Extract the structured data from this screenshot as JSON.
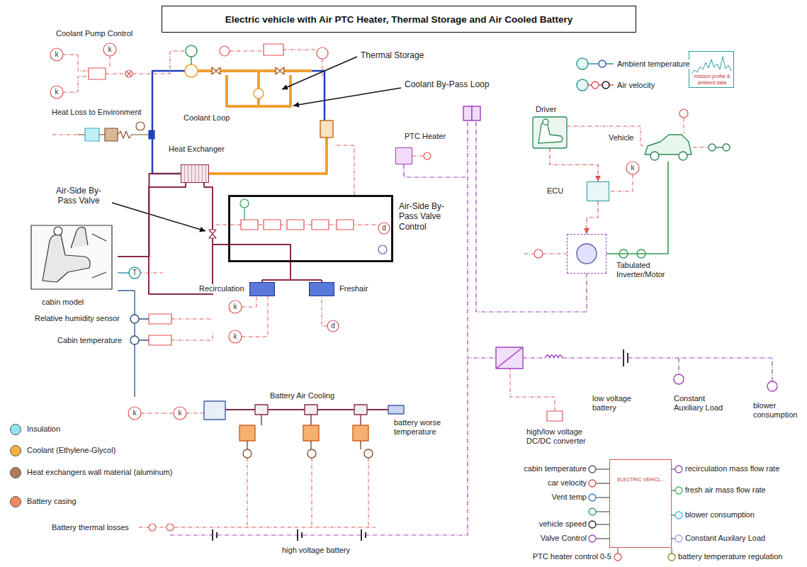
{
  "diagram": {
    "title": "Electric vehicle with Air PTC Heater, Thermal Storage and Air Cooled Battery",
    "nodes": [
      {
        "text": [
          "Air-Side By-Pass Valve Control"
        ]
      },
      {
        "text": [
          "ELECTRIC VEHICL..."
        ]
      },
      {
        "text": [
          "Driver"
        ]
      },
      {
        "text": [
          "Vehicle"
        ]
      },
      {
        "text": [
          "ECU"
        ]
      },
      {
        "text": [
          "PTC Heater"
        ]
      },
      {
        "text": [
          "Tabulated Inverter/Motor"
        ]
      },
      {
        "text": [
          "cabin model"
        ]
      },
      {
        "text": [
          "Recirculation"
        ]
      },
      {
        "text": [
          "Freshair"
        ]
      },
      {
        "text": [
          "Heat Exchanger"
        ]
      },
      {
        "text": [
          "mission profile & ambient data"
        ]
      }
    ],
    "edges": [
      {
        "from": 2,
        "to": 4,
        "arrow": "to"
      },
      {
        "from": 4,
        "to": 6,
        "arrow": "to"
      },
      {
        "from": 6,
        "to": 3,
        "arrow": "none"
      },
      {
        "from": 10,
        "to": 7,
        "arrow": "none"
      }
    ],
    "labels": [
      "Coolant Pump Control",
      "Thermal Storage",
      "Coolant By-Pass Loop",
      "Heat Loss to Environment",
      "Coolant Loop",
      "Air-Side By-Pass Valve",
      "Ambient temperature",
      "Air velocity",
      "Relative humidity sensor",
      "Cabin temperature",
      "Battery Air Cooling",
      "battery worse temperature",
      "Battery thermal losses",
      "high voltage battery",
      "low voltage battery",
      "Constant Auxiliary Load",
      "blower consumption",
      "high/low voltage DC/DC converter",
      "cabin temperature",
      "car velocity",
      "Vent temp",
      "vehicle speed",
      "Valve Control",
      "recirculation mass flow rate",
      "fresh air mass flow rate",
      "blower consumption",
      "Constant Auxilary Load",
      "PTC heater control 0-5",
      "battery temperature regulation",
      "k",
      "k",
      "k",
      "k",
      "k",
      "k",
      "k",
      "k",
      "d",
      "d",
      "T"
    ],
    "legend": [
      {
        "text": "Insulation",
        "color": "#8ee6f2"
      },
      {
        "text": "Coolant (Ethylene-Glycol)",
        "color": "#f5b041"
      },
      {
        "text": "Heat exchangers wall material (aluminum)",
        "color": "#b07a55"
      },
      {
        "text": "Battery casing",
        "color": "#f08a5d"
      }
    ]
  }
}
